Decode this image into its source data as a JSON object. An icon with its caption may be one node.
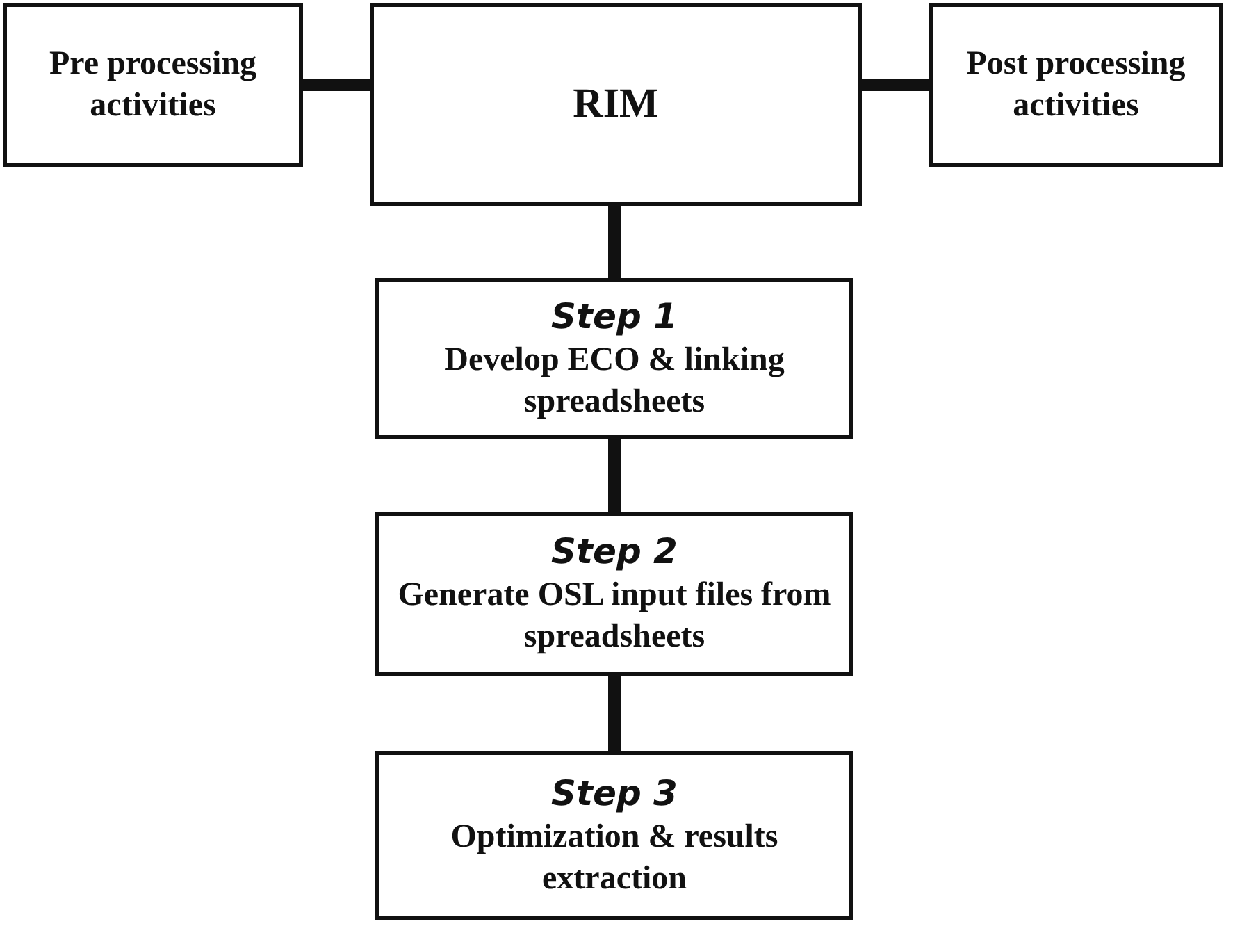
{
  "diagram": {
    "nodes": [
      {
        "text": [
          "Pre processing activities"
        ]
      },
      {
        "text": [
          "RIM"
        ]
      },
      {
        "text": [
          "Post processing activities"
        ]
      },
      {
        "text": [
          "Step 1",
          "Develop ECO & linking spreadsheets"
        ]
      },
      {
        "text": [
          "Step 2",
          "Generate OSL input files from spreadsheets"
        ]
      },
      {
        "text": [
          "Step 3",
          "Optimization & results extraction"
        ]
      }
    ],
    "edges": [
      {
        "from": 0,
        "to": 1,
        "arrow": "none"
      },
      {
        "from": 1,
        "to": 2,
        "arrow": "none"
      },
      {
        "from": 1,
        "to": 3,
        "arrow": "none"
      },
      {
        "from": 3,
        "to": 4,
        "arrow": "none"
      },
      {
        "from": 4,
        "to": 5,
        "arrow": "none"
      }
    ]
  }
}
